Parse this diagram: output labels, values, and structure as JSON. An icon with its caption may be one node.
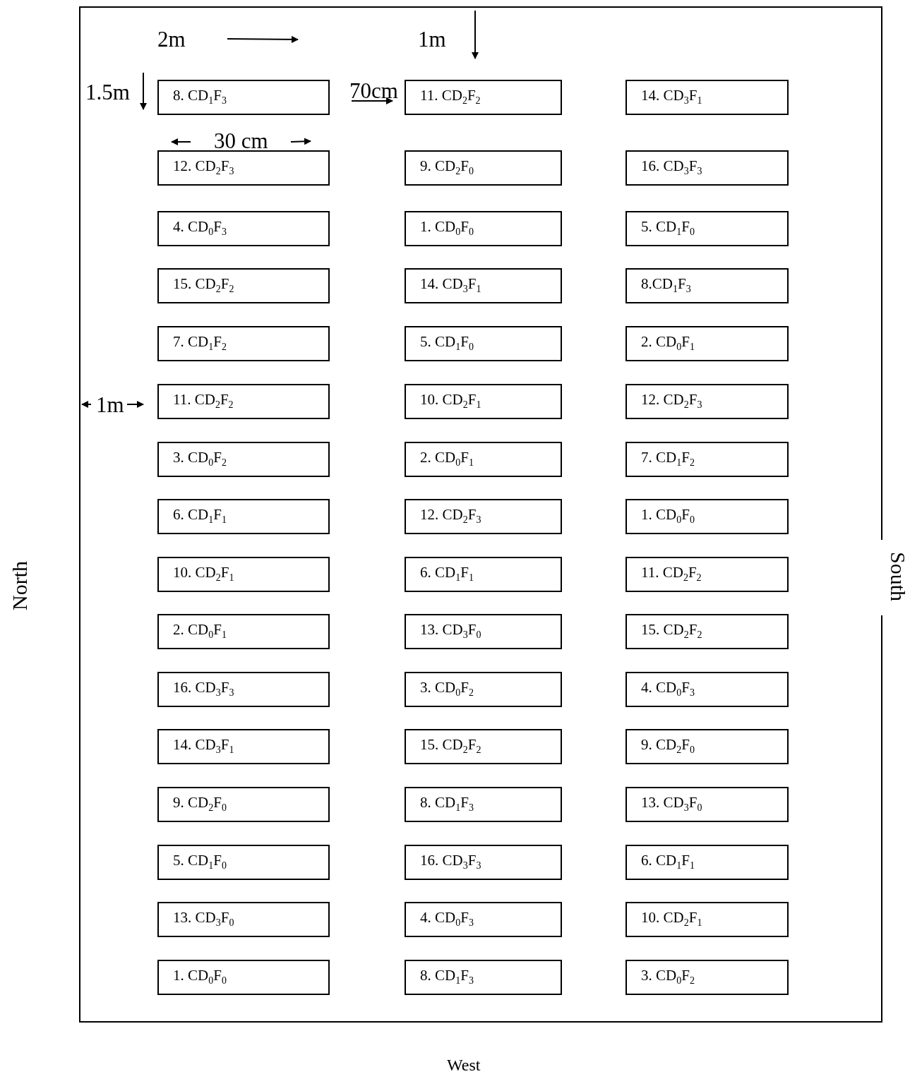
{
  "diagram": {
    "nodes": [
      {
        "text": [
          "8. CD$_{1}$F$_{3}$"
        ]
      },
      {
        "text": [
          "11. CD$_{2}$F$_{2}$"
        ]
      },
      {
        "text": [
          "14. CD$_{3}$F$_{1}$"
        ]
      },
      {
        "text": [
          "12. CD$_{2}$F$_{3}$"
        ]
      },
      {
        "text": [
          "9. CD$_{2}$F$_{0}$"
        ]
      },
      {
        "text": [
          "16. CD$_{3}$F$_{3}$"
        ]
      },
      {
        "text": [
          "4. CD$_{0}$F$_{3}$"
        ]
      },
      {
        "text": [
          "1. CD$_{0}$F$_{0}$"
        ]
      },
      {
        "text": [
          "5. CD$_{1}$F$_{0}$"
        ]
      },
      {
        "text": [
          "15. CD$_{2}$F$_{2}$"
        ]
      },
      {
        "text": [
          "14. CD$_{3}$F$_{1}$"
        ]
      },
      {
        "text": [
          "8.CD$_{1}$F$_{3}$"
        ]
      },
      {
        "text": [
          "7. CD$_{1}$F$_{2}$"
        ]
      },
      {
        "text": [
          "5. CD$_{1}$F$_{0}$"
        ]
      },
      {
        "text": [
          "2. CD$_{0}$F$_{1}$"
        ]
      },
      {
        "text": [
          "11. CD$_{2}$F$_{2}$"
        ]
      },
      {
        "text": [
          "10. CD$_{2}$F$_{1}$"
        ]
      },
      {
        "text": [
          "12. CD$_{2}$F$_{3}$"
        ]
      },
      {
        "text": [
          "3. CD$_{0}$F$_{2}$"
        ]
      },
      {
        "text": [
          "2. CD$_{0}$F$_{1}$"
        ]
      },
      {
        "text": [
          "7. CD$_{1}$F$_{2}$"
        ]
      },
      {
        "text": [
          "6. CD$_{1}$F$_{1}$"
        ]
      },
      {
        "text": [
          "12. CD$_{2}$F$_{3}$"
        ]
      },
      {
        "text": [
          "1. CD$_{0}$F$_{0}$"
        ]
      },
      {
        "text": [
          "10. CD$_{2}$F$_{1}$"
        ]
      },
      {
        "text": [
          "6. CD$_{1}$F$_{1}$"
        ]
      },
      {
        "text": [
          "11. CD$_{2}$F$_{2}$"
        ]
      },
      {
        "text": [
          "2. CD$_{0}$F$_{1}$"
        ]
      },
      {
        "text": [
          "13. CD$_{3}$F$_{0}$"
        ]
      },
      {
        "text": [
          "15. CD$_{2}$F$_{2}$"
        ]
      },
      {
        "text": [
          "16. CD$_{3}$F$_{3}$"
        ]
      },
      {
        "text": [
          "3. CD$_{0}$F$_{2}$"
        ]
      },
      {
        "text": [
          "4. CD$_{0}$F$_{3}$"
        ]
      },
      {
        "text": [
          "14. CD$_{3}$F$_{1}$"
        ]
      },
      {
        "text": [
          "15. CD$_{2}$F$_{2}$"
        ]
      },
      {
        "text": [
          "9. CD$_{2}$F$_{0}$"
        ]
      },
      {
        "text": [
          "9. CD$_{2}$F$_{0}$"
        ]
      },
      {
        "text": [
          "8. CD$_{1}$F$_{3}$"
        ]
      },
      {
        "text": [
          "13. CD$_{3}$F$_{0}$"
        ]
      },
      {
        "text": [
          "5. CD$_{1}$F$_{0}$"
        ]
      },
      {
        "text": [
          "16. CD$_{3}$F$_{3}$"
        ]
      },
      {
        "text": [
          "6. CD$_{1}$F$_{1}$"
        ]
      },
      {
        "text": [
          "13. CD$_{3}$F$_{0}$"
        ]
      },
      {
        "text": [
          "4. CD$_{0}$F$_{3}$"
        ]
      },
      {
        "text": [
          "10. CD$_{2}$F$_{1}$"
        ]
      },
      {
        "text": [
          "1. CD$_{0}$F$_{0}$"
        ]
      },
      {
        "text": [
          "8. CD$_{1}$F$_{3}$"
        ]
      },
      {
        "text": [
          "3. CD$_{0}$F$_{2}$"
        ]
      }
    ],
    "labels": [
      "2m",
      "1m",
      "1.5m",
      "70cm",
      "30 cm",
      "1m",
      "North",
      "South",
      "West"
    ]
  }
}
